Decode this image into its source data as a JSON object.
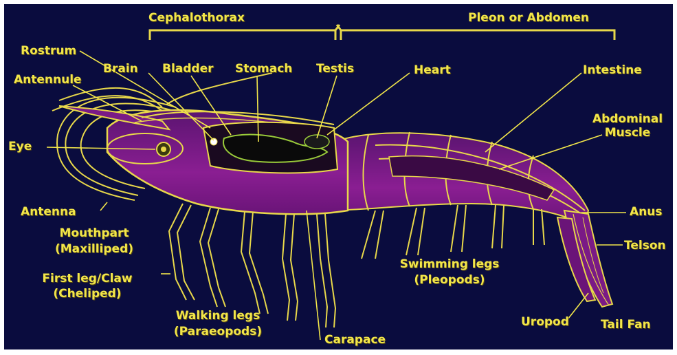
{
  "colors": {
    "background": "#0a0c3e",
    "outline": "#e8d84a",
    "body": "#7a1a86",
    "label": "#f2e64a"
  },
  "regions": {
    "cephalothorax": "Cephalothorax",
    "abdomen": "Pleon or Abdomen"
  },
  "labels": {
    "rostrum": "Rostrum",
    "brain": "Brain",
    "bladder": "Bladder",
    "stomach": "Stomach",
    "testis": "Testis",
    "heart": "Heart",
    "intestine": "Intestine",
    "antennule": "Antennule",
    "abdominal_muscle_1": "Abdominal",
    "abdominal_muscle_2": "Muscle",
    "eye": "Eye",
    "antenna": "Antenna",
    "anus": "Anus",
    "mouthpart_1": "Mouthpart",
    "mouthpart_2": "(Maxilliped)",
    "telson": "Telson",
    "swimming_legs_1": "Swimming legs",
    "swimming_legs_2": "(Pleopods)",
    "first_leg_1": "First leg/Claw",
    "first_leg_2": "(Cheliped)",
    "walking_legs_1": "Walking legs",
    "walking_legs_2": "(Paraeopods)",
    "uropod": "Uropod",
    "tail_fan": "Tail Fan",
    "carapace": "Carapace"
  }
}
